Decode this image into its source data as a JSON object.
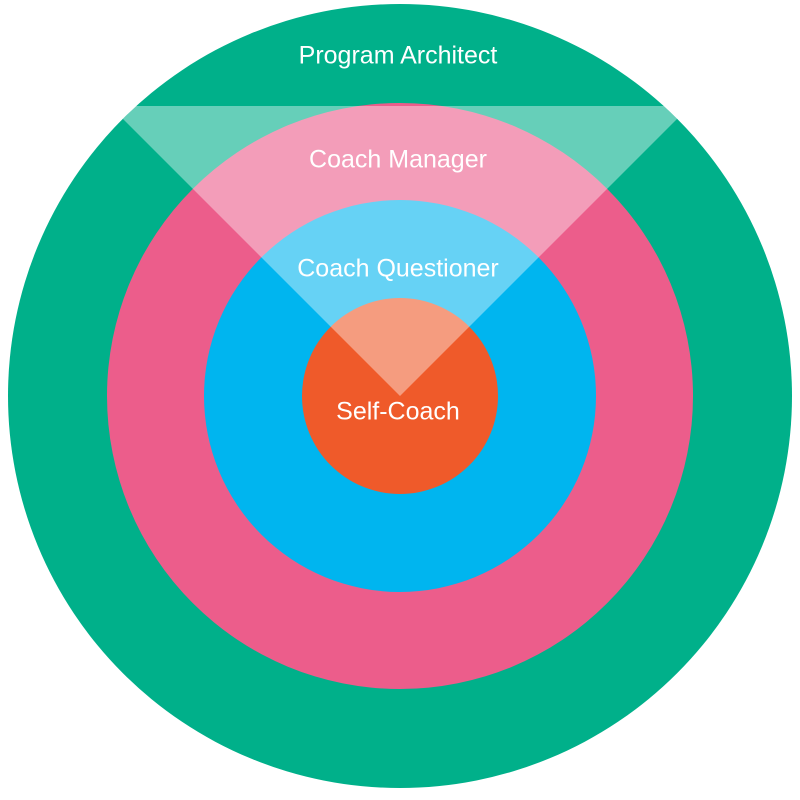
{
  "rings": [
    {
      "id": "program-architect",
      "label": "Program Architect",
      "color": "#00B08A"
    },
    {
      "id": "coach-manager",
      "label": "Coach Manager",
      "color": "#EC5D8B"
    },
    {
      "id": "coach-questioner",
      "label": "Coach Questioner",
      "color": "#00B5EF"
    },
    {
      "id": "self-coach",
      "label": "Self-Coach",
      "color": "#EF5A2A"
    }
  ],
  "highlight_wedge": {
    "color": "#FFFFFF",
    "opacity": 0.4
  }
}
